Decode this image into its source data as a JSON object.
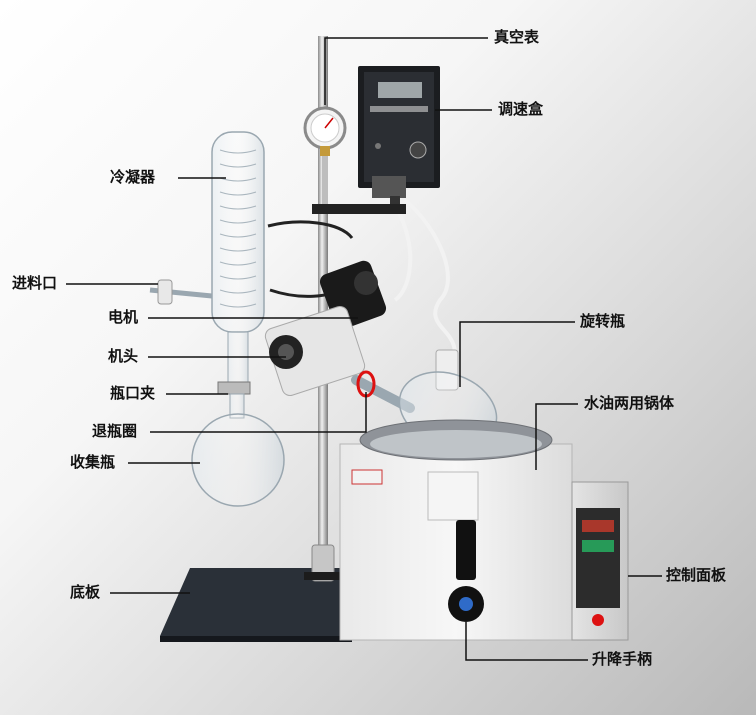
{
  "labels": {
    "vacuum_gauge": "真空表",
    "speed_box": "调速盒",
    "condenser": "冷凝器",
    "feed_port": "进料口",
    "motor": "电机",
    "head": "机头",
    "rotary_flask": "旋转瓶",
    "flask_clamp": "瓶口夹",
    "bath": "水油两用锅体",
    "ring": "退瓶圈",
    "collect_flask": "收集瓶",
    "control_panel": "控制面板",
    "base": "底板",
    "lift_handle": "升降手柄"
  }
}
